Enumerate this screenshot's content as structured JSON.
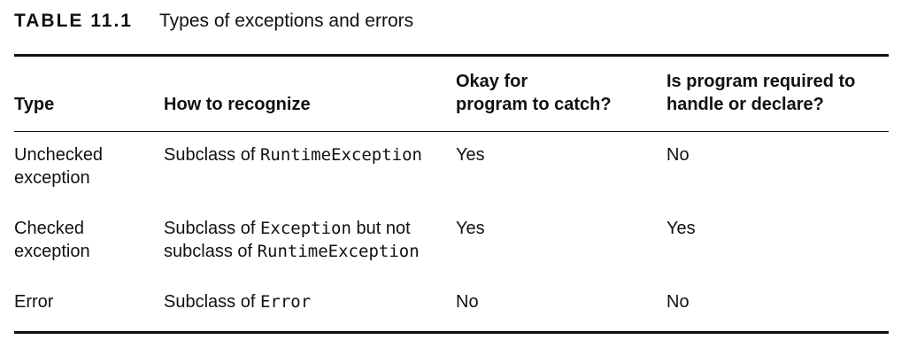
{
  "caption": {
    "number": "TABLE 11.1",
    "title": "Types of exceptions and errors"
  },
  "headers": {
    "type": "Type",
    "recognize": "How to recognize",
    "catch_line1": "Okay for",
    "catch_line2": "program to catch?",
    "required_line1": "Is program required to",
    "required_line2": "handle or declare?"
  },
  "rows": [
    {
      "type_line1": "Unchecked",
      "type_line2": "exception",
      "recognize_prefix": "Subclass of ",
      "recognize_code": "RuntimeException",
      "catch": "Yes",
      "required": "No"
    },
    {
      "type_line1": "Checked",
      "type_line2": "exception",
      "recognize_prefix": "Subclass of ",
      "recognize_code": "Exception",
      "recognize_mid": " but not",
      "recognize_line2_prefix": "subclass of ",
      "recognize_line2_code": "RuntimeException",
      "catch": "Yes",
      "required": "Yes"
    },
    {
      "type_line1": "Error",
      "recognize_prefix": "Subclass of ",
      "recognize_code": "Error",
      "catch": "No",
      "required": "No"
    }
  ]
}
